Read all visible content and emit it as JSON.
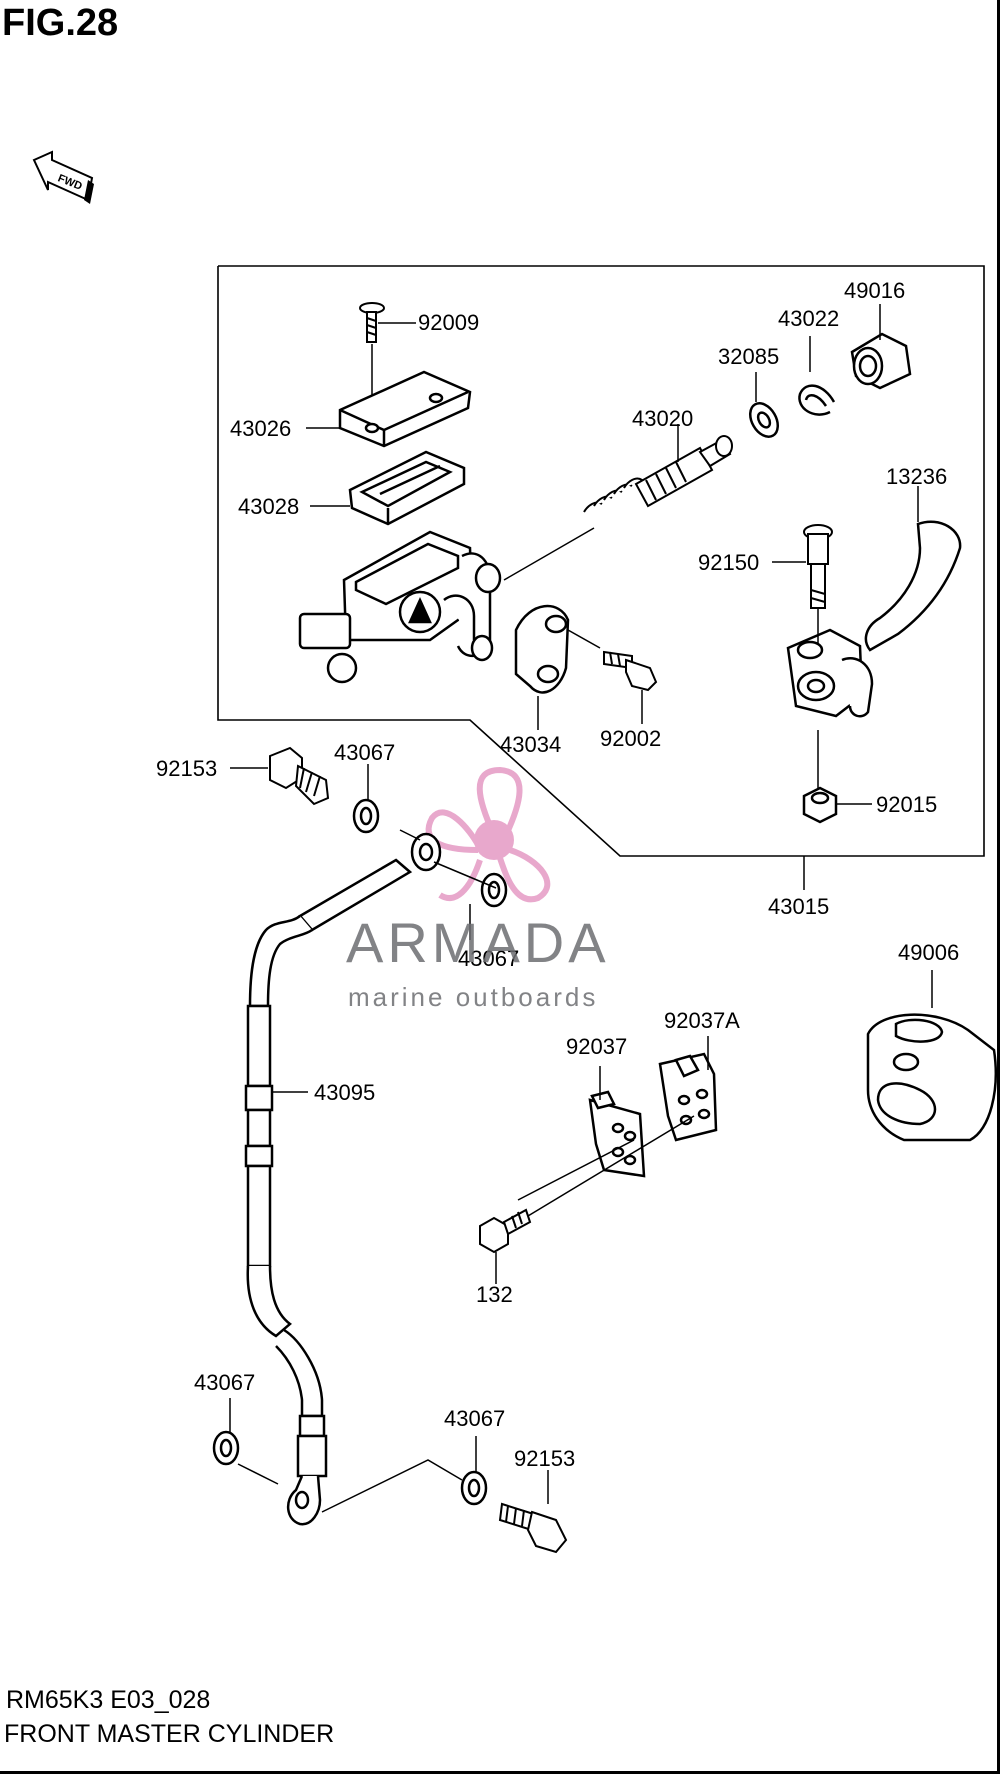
{
  "figure_title": "FIG.28",
  "fwd_label": "FWD",
  "model_code": "RM65K3 E03_028",
  "section_name": "FRONT MASTER CYLINDER",
  "watermark": {
    "brand": "ARMADA",
    "tagline": "marine outboards",
    "color": "#e59ac4",
    "text_color": "#6d6e71"
  },
  "parts": [
    {
      "id": "p92009",
      "number": "92009"
    },
    {
      "id": "p49016",
      "number": "49016"
    },
    {
      "id": "p43022",
      "number": "43022"
    },
    {
      "id": "p32085",
      "number": "32085"
    },
    {
      "id": "p43026",
      "number": "43026"
    },
    {
      "id": "p43020",
      "number": "43020"
    },
    {
      "id": "p13236",
      "number": "13236"
    },
    {
      "id": "p43028",
      "number": "43028"
    },
    {
      "id": "p92150",
      "number": "92150"
    },
    {
      "id": "p43034",
      "number": "43034"
    },
    {
      "id": "p92002",
      "number": "92002"
    },
    {
      "id": "p92153a",
      "number": "92153"
    },
    {
      "id": "p43067a",
      "number": "43067"
    },
    {
      "id": "p92015",
      "number": "92015"
    },
    {
      "id": "p43015",
      "number": "43015"
    },
    {
      "id": "p43067b",
      "number": "43067"
    },
    {
      "id": "p49006",
      "number": "49006"
    },
    {
      "id": "p92037A",
      "number": "92037A"
    },
    {
      "id": "p92037",
      "number": "92037"
    },
    {
      "id": "p43095",
      "number": "43095"
    },
    {
      "id": "p132",
      "number": "132"
    },
    {
      "id": "p43067c",
      "number": "43067"
    },
    {
      "id": "p43067d",
      "number": "43067"
    },
    {
      "id": "p92153b",
      "number": "92153"
    }
  ]
}
